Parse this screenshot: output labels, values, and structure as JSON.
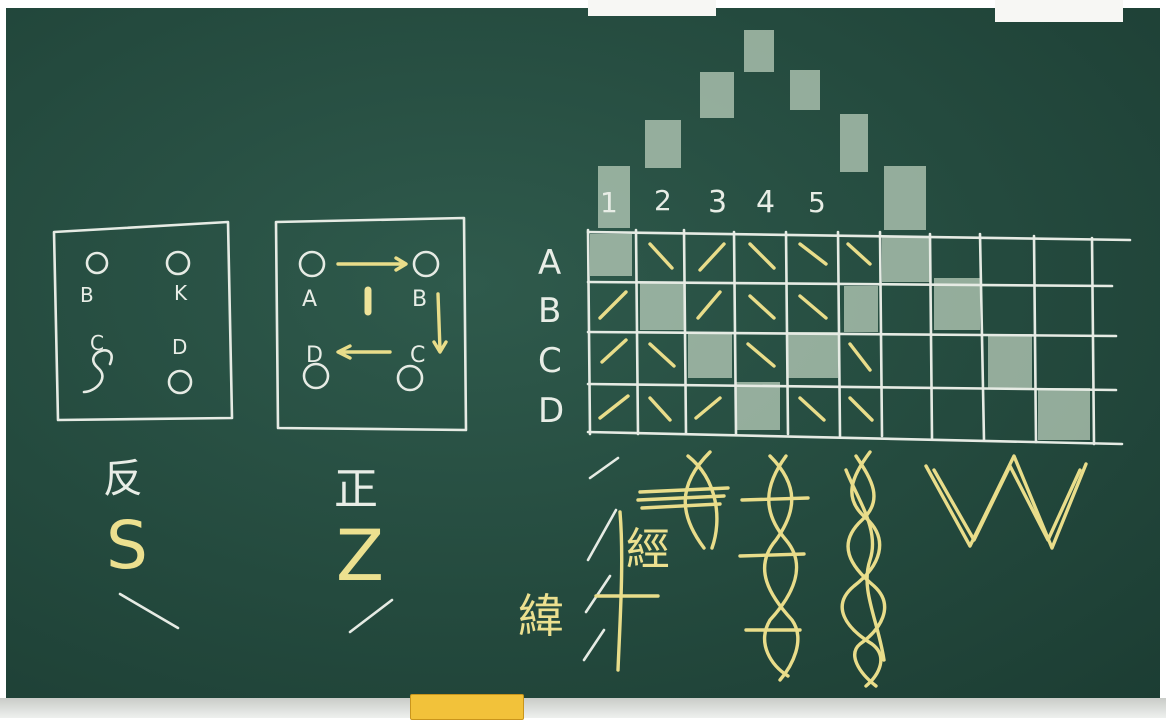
{
  "left_box": {
    "labels": [
      "B",
      "K",
      "C",
      "D"
    ],
    "caption": "反",
    "letter": "S"
  },
  "middle_box": {
    "labels": [
      "A",
      "B",
      "D",
      "C"
    ],
    "caption": "正",
    "letter": "Z"
  },
  "grid": {
    "column_numbers": [
      "1",
      "2",
      "3",
      "4",
      "5"
    ],
    "row_labels": [
      "A",
      "B",
      "C",
      "D"
    ]
  },
  "annotations": {
    "warp": "經",
    "weft": "緯"
  },
  "colors": {
    "board": "#244a3e",
    "chalk_white": "#e6ebe4",
    "chalk_yellow": "#e9dd8a"
  }
}
